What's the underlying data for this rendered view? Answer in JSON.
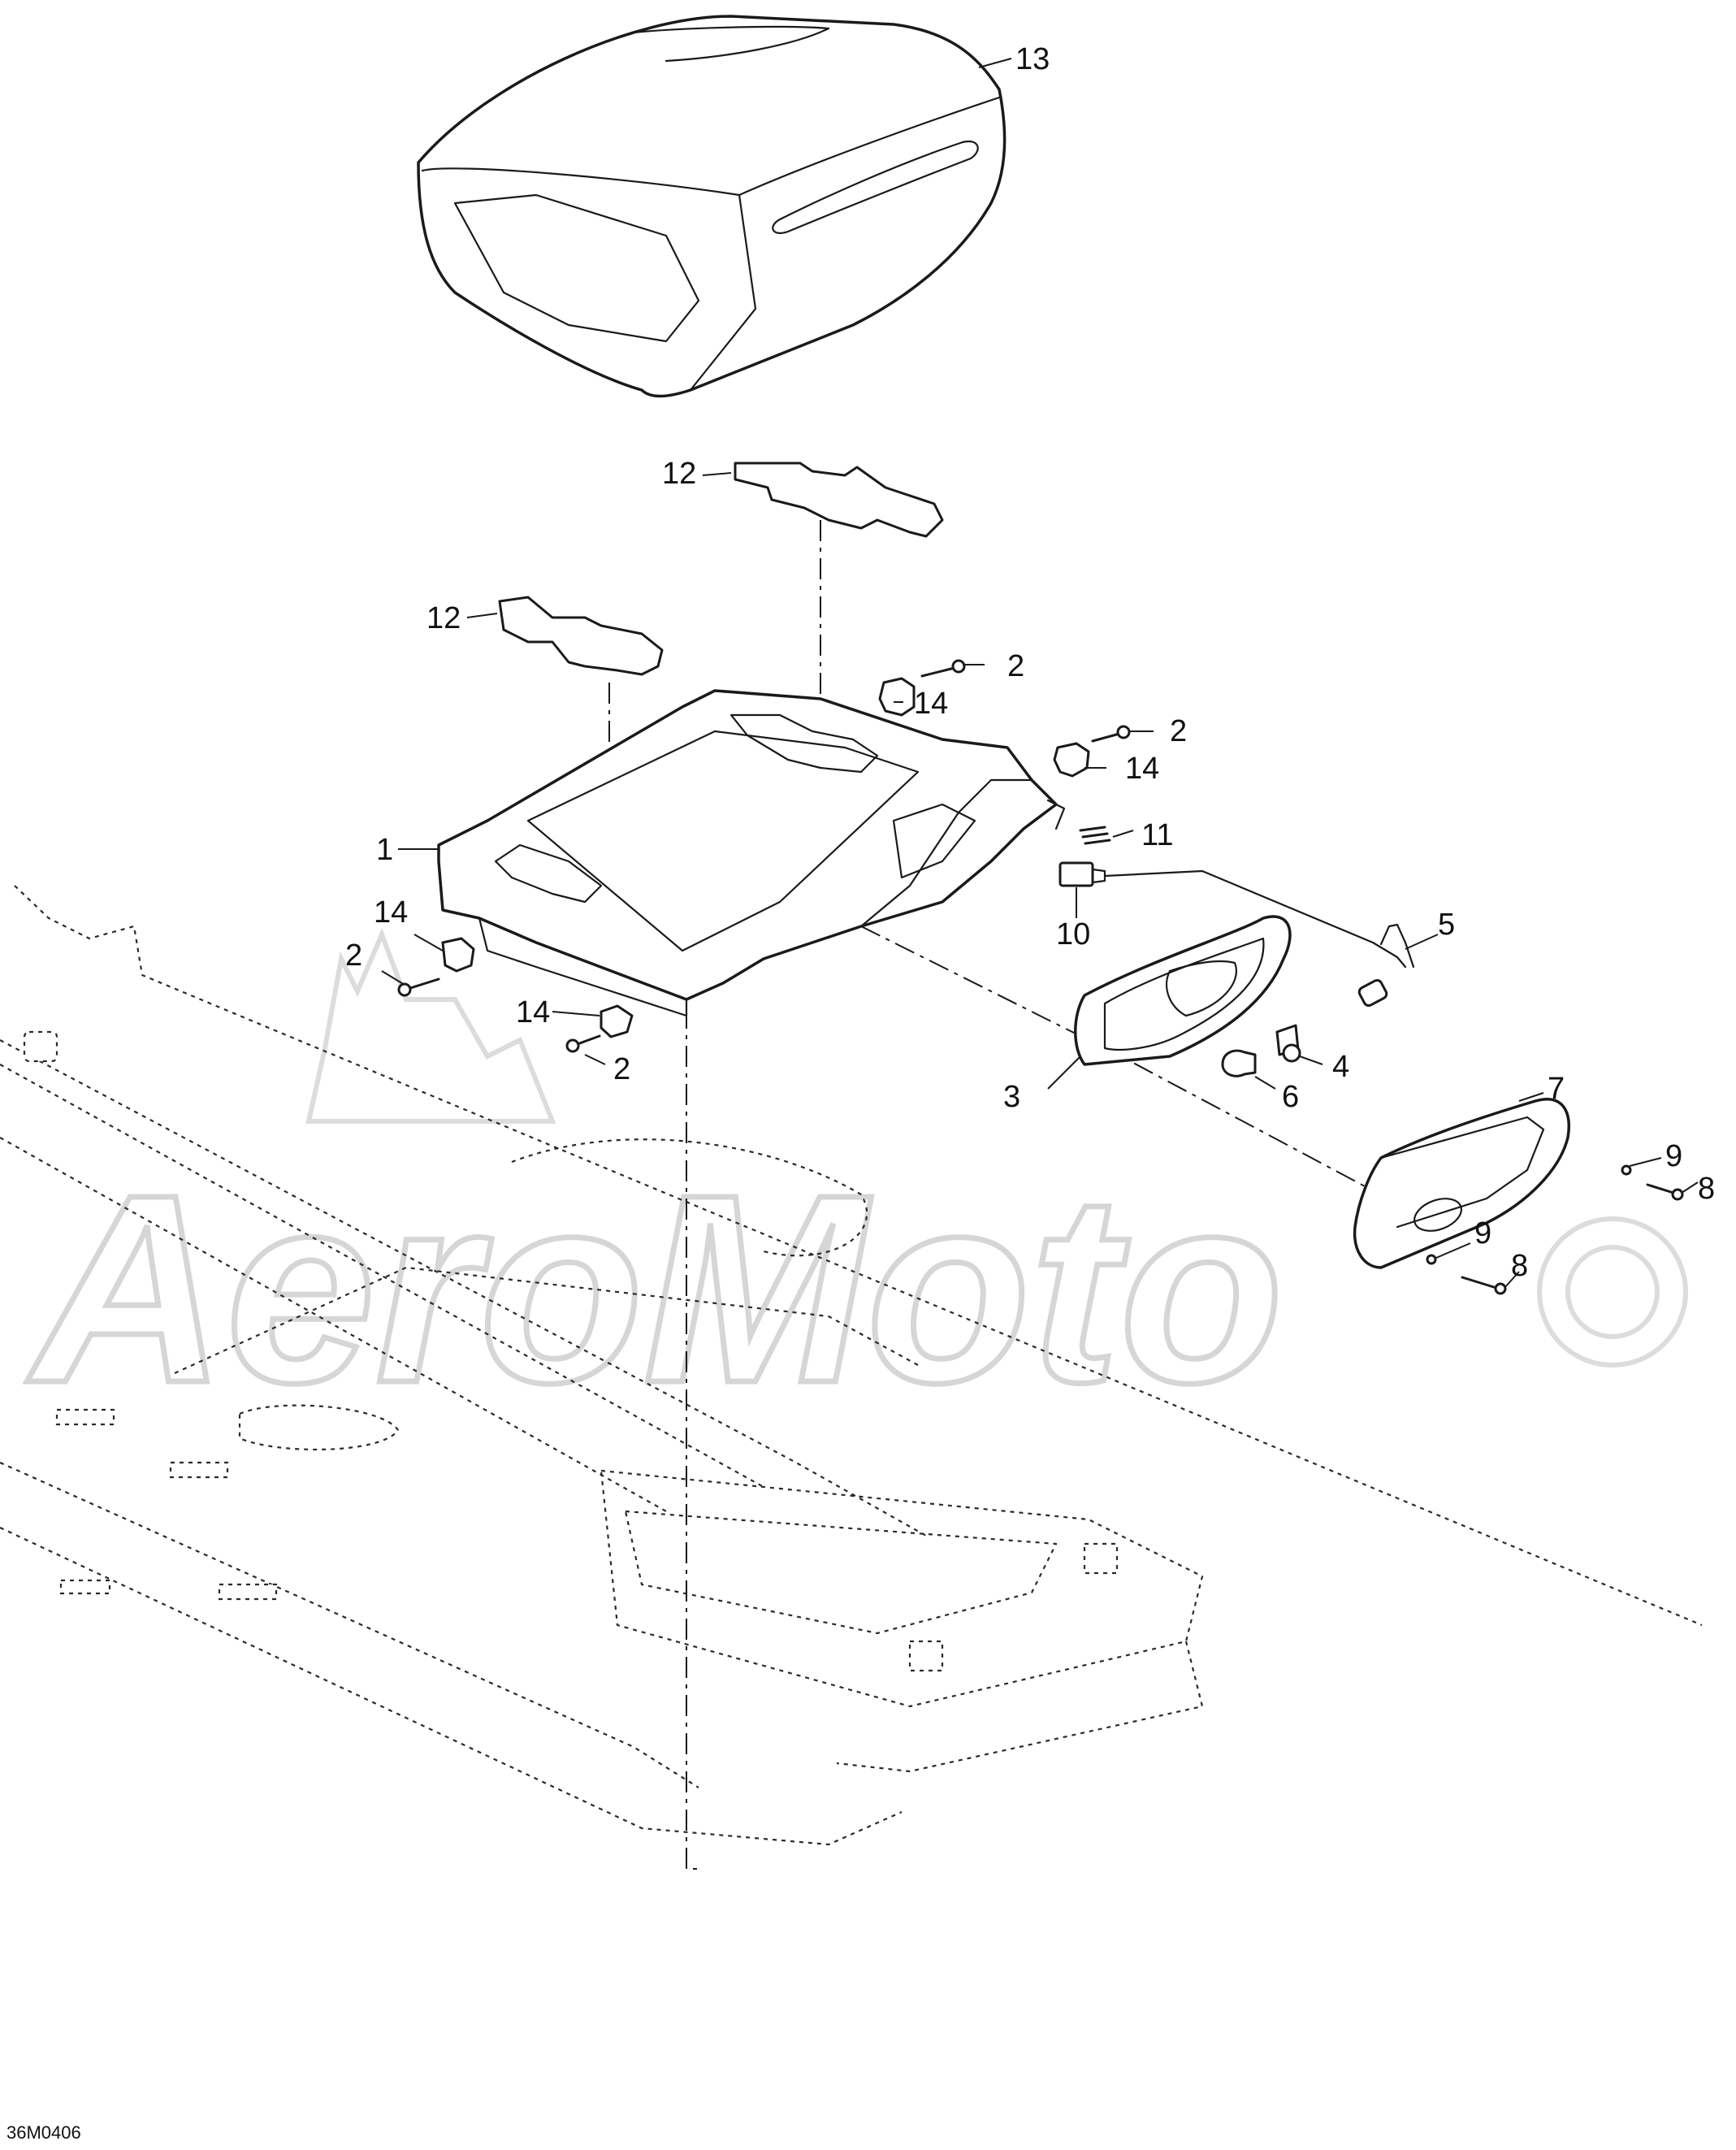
{
  "watermark": {
    "text": "AeroMoto"
  },
  "document_ref": "36M0406",
  "callouts": [
    {
      "id": "c13",
      "label": "13",
      "part": "seat"
    },
    {
      "id": "c12a",
      "label": "12",
      "part": "foam pad (rear)"
    },
    {
      "id": "c12b",
      "label": "12",
      "part": "foam pad (front)"
    },
    {
      "id": "c2a",
      "label": "2",
      "part": "screw"
    },
    {
      "id": "c14a",
      "label": "14",
      "part": "seat latch"
    },
    {
      "id": "c2b",
      "label": "2",
      "part": "screw"
    },
    {
      "id": "c14b",
      "label": "14",
      "part": "seat latch"
    },
    {
      "id": "c1",
      "label": "1",
      "part": "seat base"
    },
    {
      "id": "c11",
      "label": "11",
      "part": "terminals"
    },
    {
      "id": "c10",
      "label": "10",
      "part": "connector"
    },
    {
      "id": "c5",
      "label": "5",
      "part": "harness"
    },
    {
      "id": "c14c",
      "label": "14",
      "part": "seat latch"
    },
    {
      "id": "c2c",
      "label": "2",
      "part": "screw"
    },
    {
      "id": "c14d",
      "label": "14",
      "part": "seat latch"
    },
    {
      "id": "c2d",
      "label": "2",
      "part": "screw"
    },
    {
      "id": "c4",
      "label": "4",
      "part": "bulb socket"
    },
    {
      "id": "c3",
      "label": "3",
      "part": "taillight housing"
    },
    {
      "id": "c6",
      "label": "6",
      "part": "bulb"
    },
    {
      "id": "c7",
      "label": "7",
      "part": "taillight lens"
    },
    {
      "id": "c9a",
      "label": "9",
      "part": "washer"
    },
    {
      "id": "c8a",
      "label": "8",
      "part": "screw"
    },
    {
      "id": "c9b",
      "label": "9",
      "part": "washer"
    },
    {
      "id": "c8b",
      "label": "8",
      "part": "screw"
    }
  ]
}
